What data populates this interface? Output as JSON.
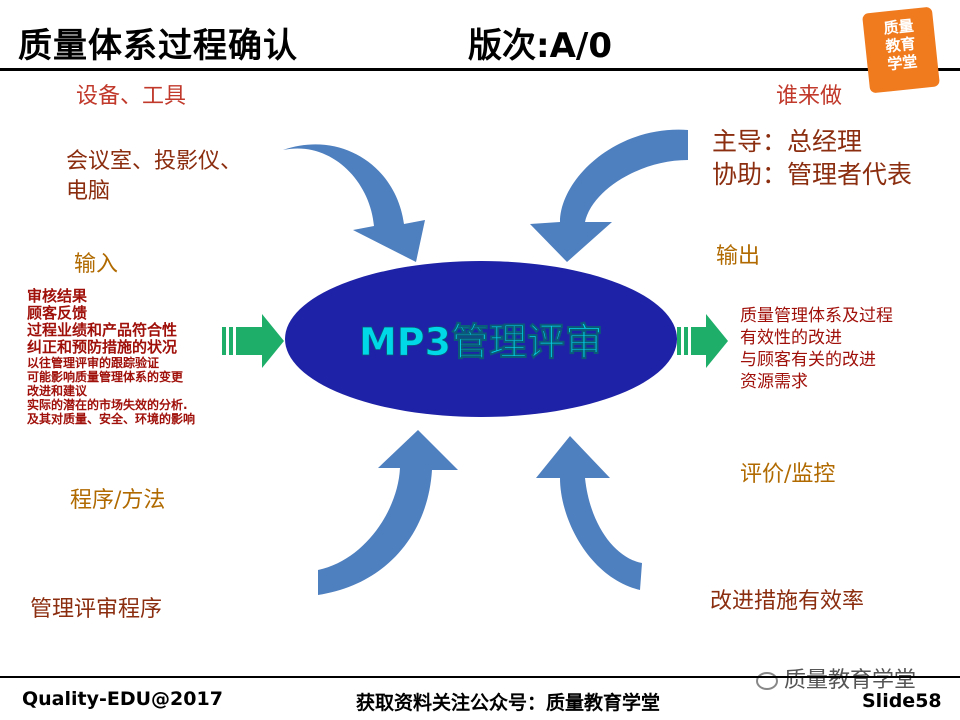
{
  "header": {
    "title": "质量体系过程确认",
    "version": "版次:A/0",
    "logo_lines": [
      "质量",
      "教育",
      "学堂"
    ]
  },
  "center": {
    "label": "MP3管理评审"
  },
  "equipment": {
    "heading": "设备、工具",
    "text_line1": "会议室、投影仪、",
    "text_line2": "电脑"
  },
  "who": {
    "heading": "谁来做",
    "line1": "主导：总经理",
    "line2": "协助：管理者代表"
  },
  "input": {
    "heading": "输入",
    "items": [
      "审核结果",
      "顾客反馈",
      "过程业绩和产品符合性",
      "纠正和预防措施的状况"
    ],
    "small_items": [
      "以往管理评审的跟踪验证",
      "可能影响质量管理体系的变更",
      "改进和建议",
      "实际的潜在的市场失效的分析.",
      "及其对质量、安全、环境的影响"
    ]
  },
  "output": {
    "heading": "输出",
    "items": [
      "质量管理体系及过程",
      "有效性的改进",
      "与顾客有关的改进",
      "资源需求"
    ]
  },
  "method": {
    "heading": "程序/方法",
    "text": "管理评审程序"
  },
  "monitor": {
    "heading": "评价/监控",
    "text": "改进措施有效率"
  },
  "footer": {
    "left": "Quality-EDU@2017",
    "center": "获取资料关注公众号：质量教育学堂",
    "watermark": "质量教育学堂",
    "slide": "Slide58"
  },
  "colors": {
    "ellipse": "#1e22a6",
    "ellipse_text": "#00d8e8",
    "arrow_blue": "#4e7fbf",
    "arrow_green": "#1fae6a"
  }
}
